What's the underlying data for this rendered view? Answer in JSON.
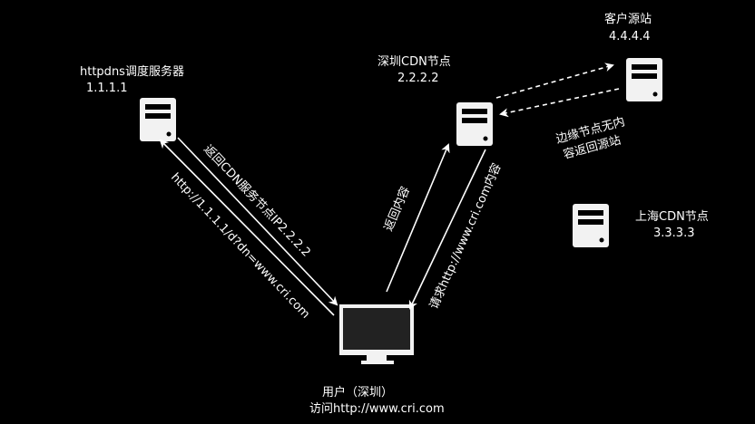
{
  "nodes": {
    "dns": {
      "name": "httpdns调度服务器",
      "ip": "1.1.1.1"
    },
    "sz_cdn": {
      "name": "深圳CDN节点",
      "ip": "2.2.2.2"
    },
    "origin": {
      "name": "客户源站",
      "ip": "4.4.4.4"
    },
    "sh_cdn": {
      "name": "上海CDN节点",
      "ip": "3.3.3.3"
    },
    "user": {
      "name": "用户（深圳）",
      "action": "访问http://www.cri.com"
    }
  },
  "edges": {
    "return_ip": "返回CDN服务节点IP2.2.2.2",
    "dns_request": "http://1.1.1.1/d?dn=www.cri.com",
    "return_content": "返回内容",
    "request_content": "请求http://www.cri.com内容",
    "edge_miss_line1": "边缘节点无内",
    "edge_miss_line2": "容返回源站"
  }
}
